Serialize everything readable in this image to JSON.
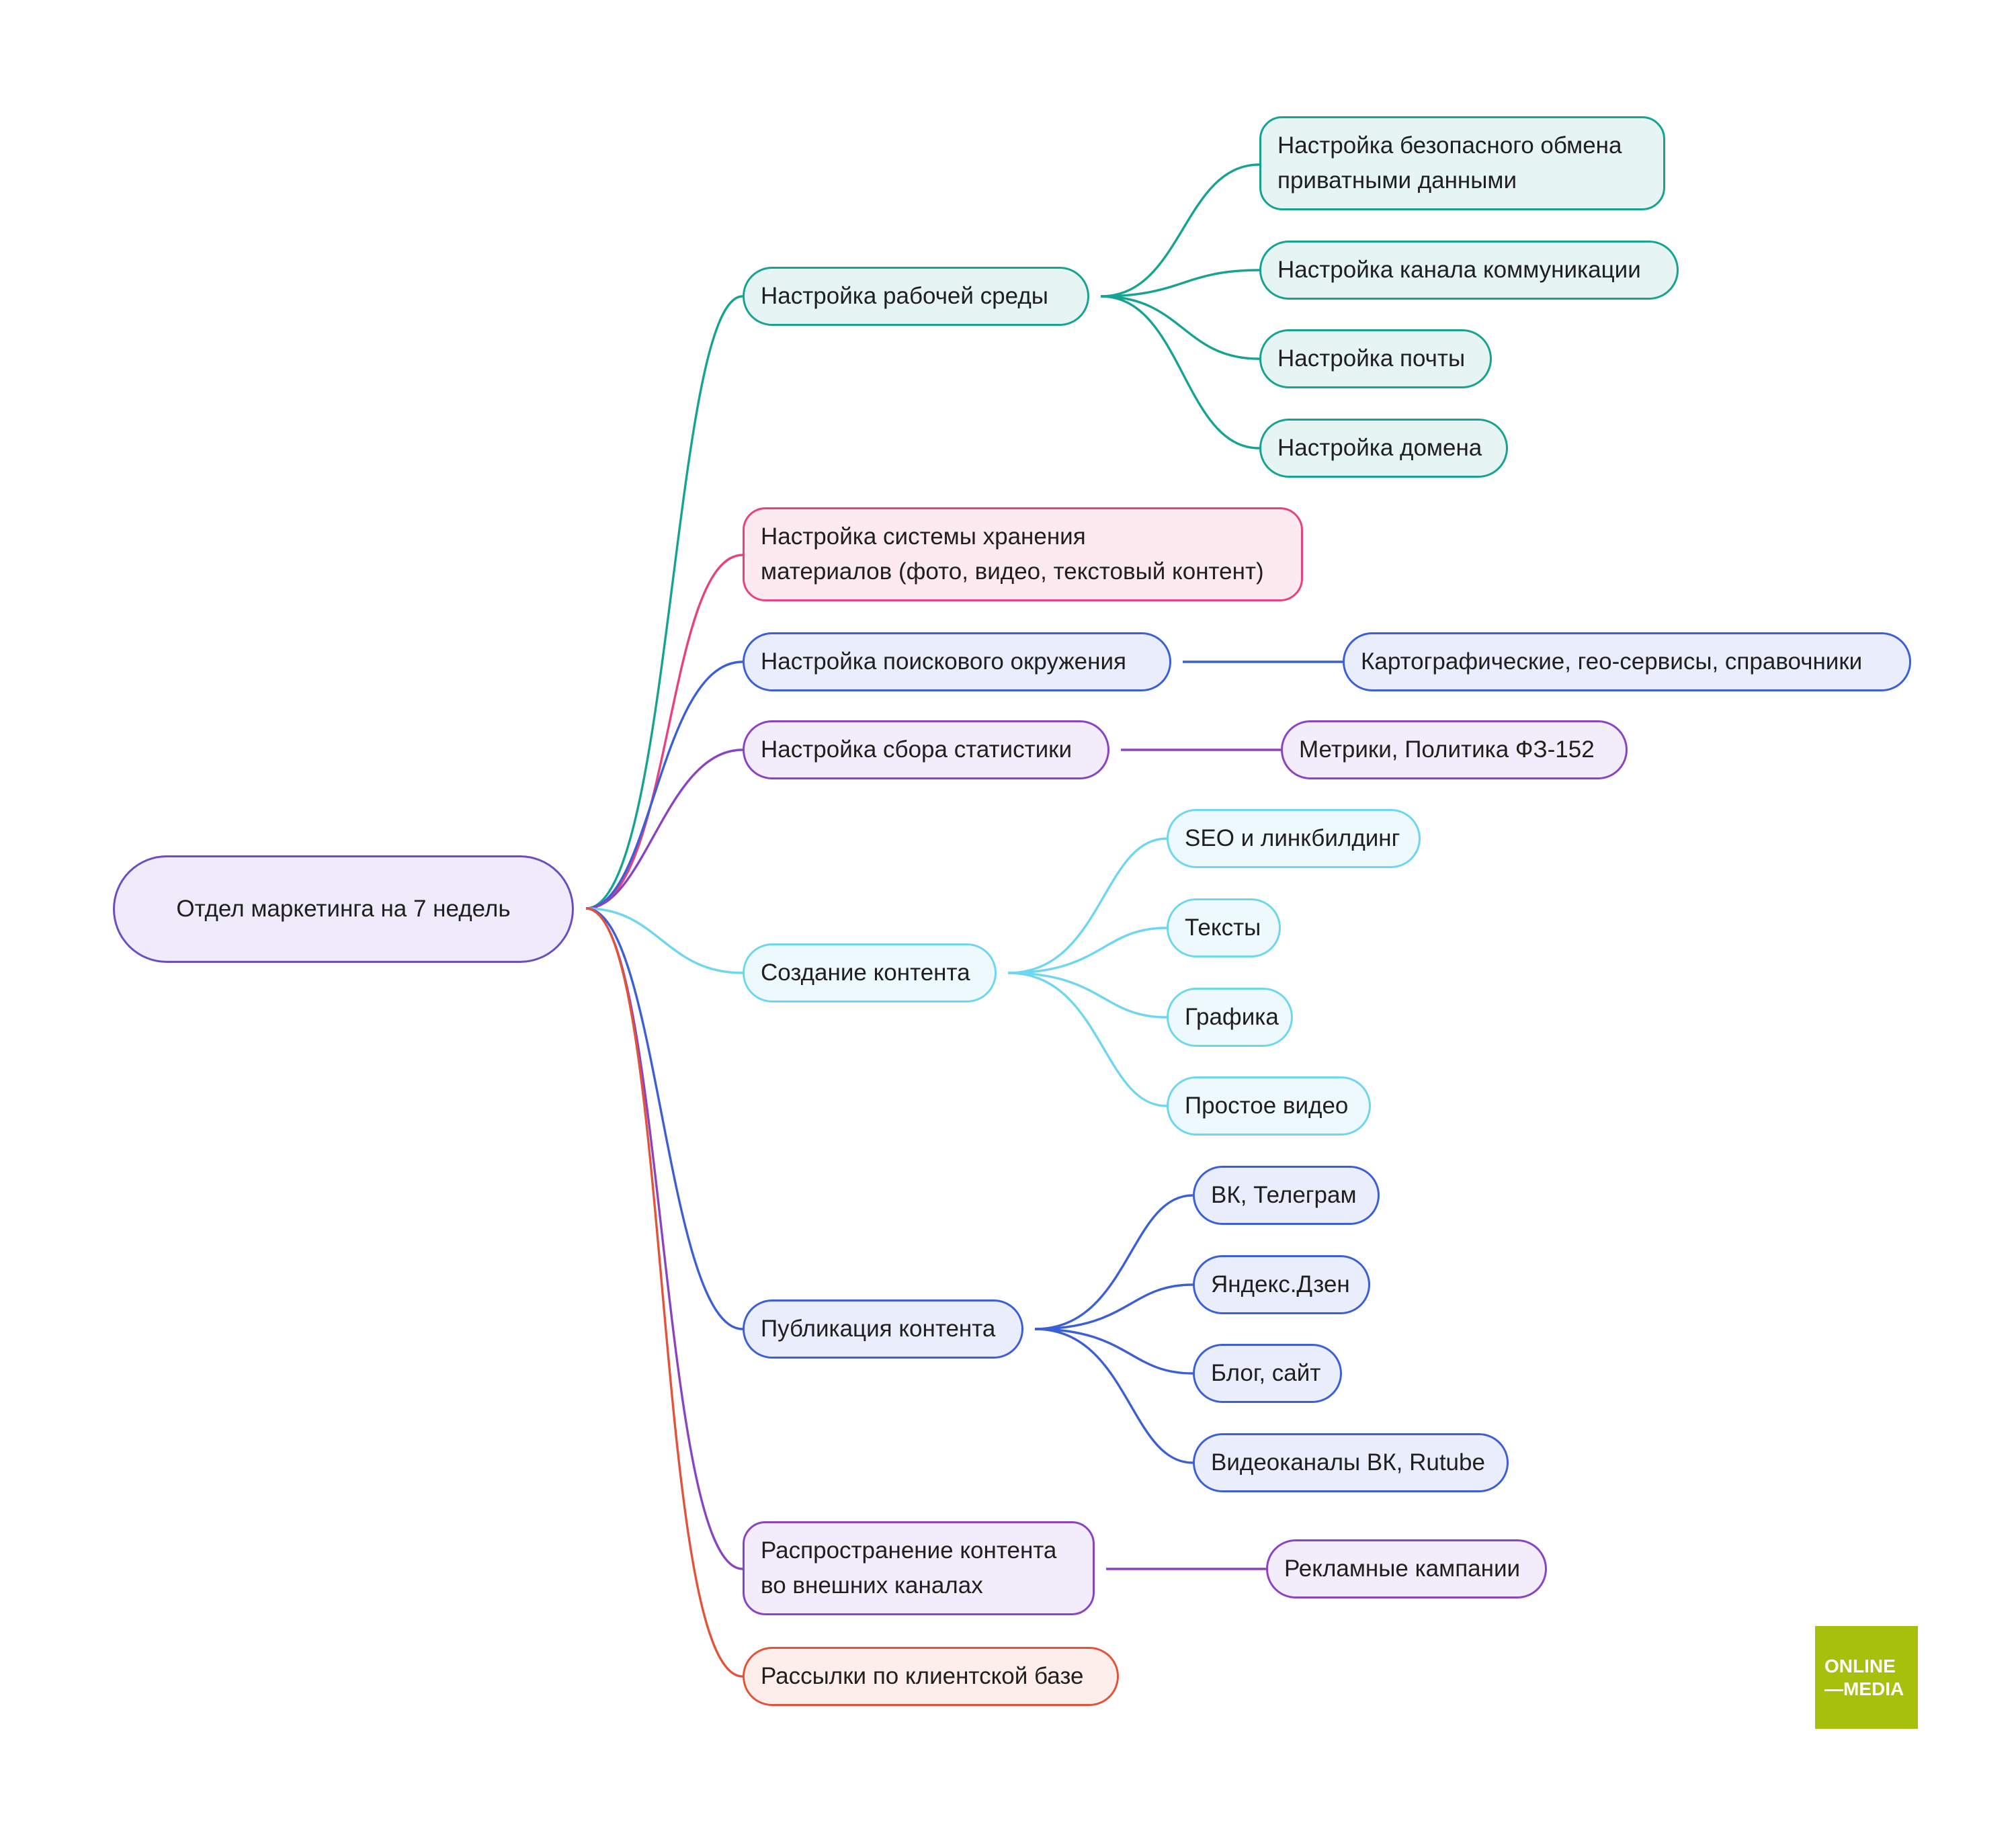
{
  "root": {
    "label": "Отдел маркетинга на 7 недель"
  },
  "colors": {
    "teal": "#16a392",
    "pink": "#e8417f",
    "blue": "#3c5fd6",
    "violet": "#8a44c2",
    "cyan": "#6fd6ef",
    "red": "#e2533a",
    "root": "#6a4fc0",
    "logo": "#a6c00c"
  },
  "branches": [
    {
      "label": "Настройка рабочей среды",
      "color": "teal",
      "children": [
        {
          "label": "Настройка безопасного обмена\nприватными данными"
        },
        {
          "label": "Настройка канала коммуникации"
        },
        {
          "label": "Настройка почты"
        },
        {
          "label": "Настройка домена"
        }
      ]
    },
    {
      "label": "Настройка системы хранения\nматериалов (фото, видео, текстовый контент)",
      "color": "pink",
      "children": []
    },
    {
      "label": "Настройка поискового окружения",
      "color": "blue",
      "children": [
        {
          "label": "Картографические, гео-сервисы, справочники"
        }
      ]
    },
    {
      "label": "Настройка сбора статистики",
      "color": "violet",
      "children": [
        {
          "label": "Метрики, Политика ФЗ-152"
        }
      ]
    },
    {
      "label": "Создание контента",
      "color": "cyan",
      "children": [
        {
          "label": "SEO и линкбилдинг"
        },
        {
          "label": "Тексты"
        },
        {
          "label": "Графика"
        },
        {
          "label": "Простое видео"
        }
      ]
    },
    {
      "label": "Публикация контента",
      "color": "blue",
      "children": [
        {
          "label": "ВК, Телеграм"
        },
        {
          "label": "Яндекс.Дзен"
        },
        {
          "label": "Блог, сайт"
        },
        {
          "label": "Видеоканалы ВК, Rutube"
        }
      ]
    },
    {
      "label": "Распространение контента\nво внешних каналах",
      "color": "violet",
      "children": [
        {
          "label": "Рекламные кампании"
        }
      ]
    },
    {
      "label": "Рассылки по клиентской базе",
      "color": "red",
      "children": []
    }
  ],
  "logo": {
    "line1": "ONLINE",
    "line2": "—MEDIA"
  }
}
